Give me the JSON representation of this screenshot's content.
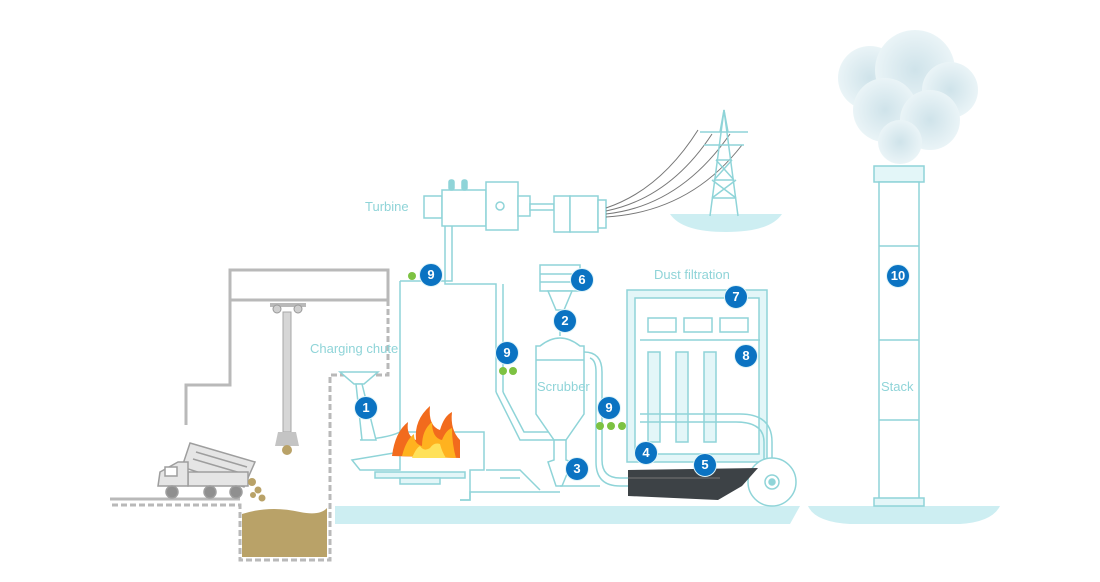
{
  "labels": {
    "turbine": "Turbine",
    "charging_chute": "Charging chute",
    "scrubber": "Scrubber",
    "dust_filtration": "Dust filtration",
    "stack": "Stack"
  },
  "markers": {
    "m1": "1",
    "m2": "2",
    "m3": "3",
    "m4": "4",
    "m5": "5",
    "m6": "6",
    "m7": "7",
    "m8": "8",
    "m9a": "9",
    "m9b": "9",
    "m9c": "9",
    "m10": "10"
  },
  "colors": {
    "line": "#8fd4d8",
    "fill": "#e3f6f8",
    "marker": "#0b73c2",
    "sensor": "#7dc242",
    "flame": "#f26b1d",
    "waste": "#b9a268",
    "ash": "#3d4246",
    "structure": "#b9b9b9"
  },
  "icons": [
    "truck-icon",
    "crane-grab-icon",
    "fire-icon",
    "pylon-icon",
    "smoke-cloud-icon"
  ]
}
